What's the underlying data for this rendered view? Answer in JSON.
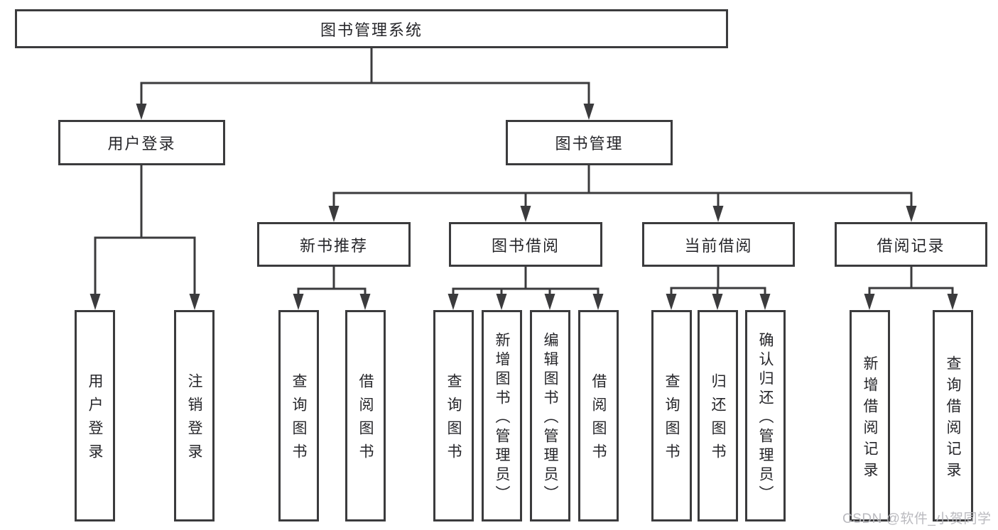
{
  "diagram": {
    "title": "图书管理系统",
    "root": {
      "label": "图书管理系统"
    },
    "branches": {
      "user_login": {
        "label": "用户登录",
        "children": [
          "用户登录",
          "注销登录"
        ]
      },
      "book_management": {
        "label": "图书管理",
        "sections": {
          "new_books": {
            "label": "新书推荐",
            "children": [
              "查询图书",
              "借阅图书"
            ]
          },
          "book_borrowing": {
            "label": "图书借阅",
            "children": [
              "查询图书",
              "新增图书（管理员）",
              "编辑图书（管理员）",
              "借阅图书"
            ]
          },
          "current_borrowing": {
            "label": "当前借阅",
            "children": [
              "查询图书",
              "归还图书",
              "确认归还（管理员）"
            ]
          },
          "borrowing_records": {
            "label": "借阅记录",
            "children": [
              "新增借阅记录",
              "查询借阅记录"
            ]
          }
        }
      }
    }
  },
  "watermark": {
    "text": "CSDN @软件_小贺同学"
  },
  "colors": {
    "line": "#3b3b3d",
    "text": "#26262a",
    "watermark": "#b7b7bc",
    "background": "#ffffff"
  }
}
